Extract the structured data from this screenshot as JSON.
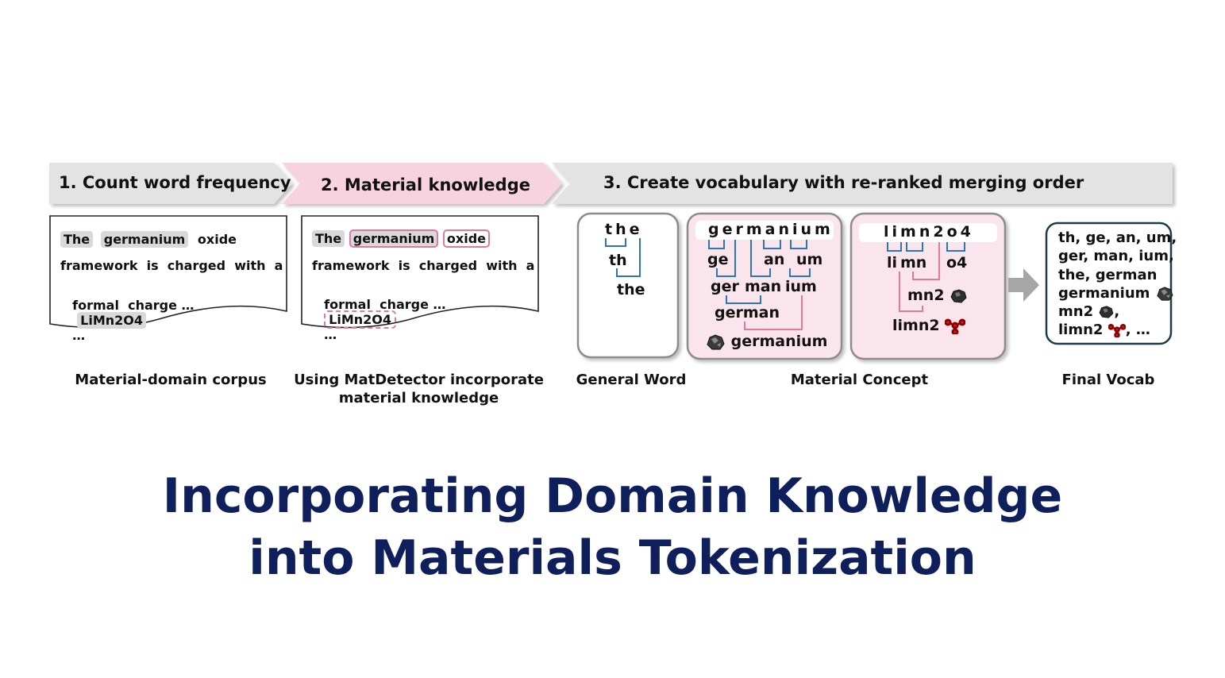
{
  "steps": [
    {
      "label": "1. Count word frequency"
    },
    {
      "label": "2. Material knowledge"
    },
    {
      "label": "3. Create vocabulary with re-ranked merging order"
    }
  ],
  "corpus1": {
    "w_the": "The",
    "w_germanium": "germanium",
    "w_oxide": "oxide",
    "line2": "framework  is  charged  with  a",
    "w_formal": "formal  charge …",
    "w_limn": "LiMn2O4",
    "w_dots": "…"
  },
  "corpus2": {
    "w_the": "The",
    "w_germanium": "germanium",
    "w_oxide": "oxide",
    "line2": "framework  is  charged  with  a",
    "w_formal": "formal  charge …",
    "w_limn": "LiMn2O4",
    "w_dots": "…"
  },
  "general": {
    "word": "the",
    "t1": "th",
    "t2": "the"
  },
  "material1": {
    "word": "germanium",
    "t_ge": "ge",
    "t_an": "an",
    "t_um": "um",
    "t_ger": "ger",
    "t_man": "man",
    "t_ium": "ium",
    "t_german": "german",
    "t_germanium": "germanium"
  },
  "material2": {
    "word": "limn2o4",
    "t_li": "li",
    "t_mn": "mn",
    "t_o4": "o4",
    "t_mn2": "mn2",
    "t_limn2": "limn2"
  },
  "final_vocab": {
    "line1": "th, ge, an, um,",
    "line2": "ger, man, ium,",
    "line3": "the, german",
    "line4": "germanium",
    "line5": "mn2",
    "line5b": ",",
    "line6": "limn2",
    "line6b": ", …"
  },
  "captions": {
    "corpus": "Material-domain corpus",
    "matdetector_1": "Using MatDetector incorporate",
    "matdetector_2": "material knowledge",
    "general": "General Word",
    "concept": "Material Concept",
    "final": "Final Vocab"
  },
  "title": {
    "line1": "Incorporating Domain Knowledge",
    "line2": "into Materials Tokenization"
  },
  "colors": {
    "title": "#0e1f5c",
    "pink_fill": "#f7d3df",
    "pink_stroke": "#e07a9a",
    "blue": "#2e75b6",
    "gray_banner": "#e3e3e3",
    "dark_border": "#1d3b4a"
  }
}
